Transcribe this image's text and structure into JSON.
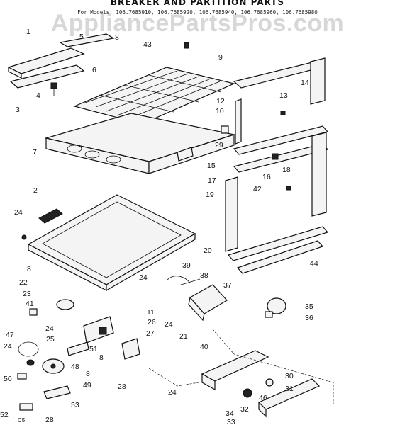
{
  "title": "BREAKER AND PARTITION PARTS",
  "models_label": "For Models: 106.7685910, 106.7685920, 106.7685940, 106.7685960, 106.7685980",
  "watermark": "AppliancePartsPros.com",
  "callouts": [
    "1",
    "2",
    "3",
    "4",
    "5",
    "6",
    "7",
    "8",
    "8",
    "8",
    "8",
    "9",
    "10",
    "11",
    "12",
    "13",
    "14",
    "15",
    "16",
    "17",
    "18",
    "19",
    "20",
    "21",
    "22",
    "23",
    "24",
    "24",
    "24",
    "24",
    "24",
    "24",
    "25",
    "26",
    "27",
    "28",
    "28",
    "29",
    "30",
    "31",
    "32",
    "33",
    "34",
    "35",
    "36",
    "37",
    "38",
    "39",
    "40",
    "41",
    "42",
    "43",
    "44",
    "46",
    "47",
    "48",
    "49",
    "50",
    "51",
    "52",
    "53",
    "C5"
  ]
}
